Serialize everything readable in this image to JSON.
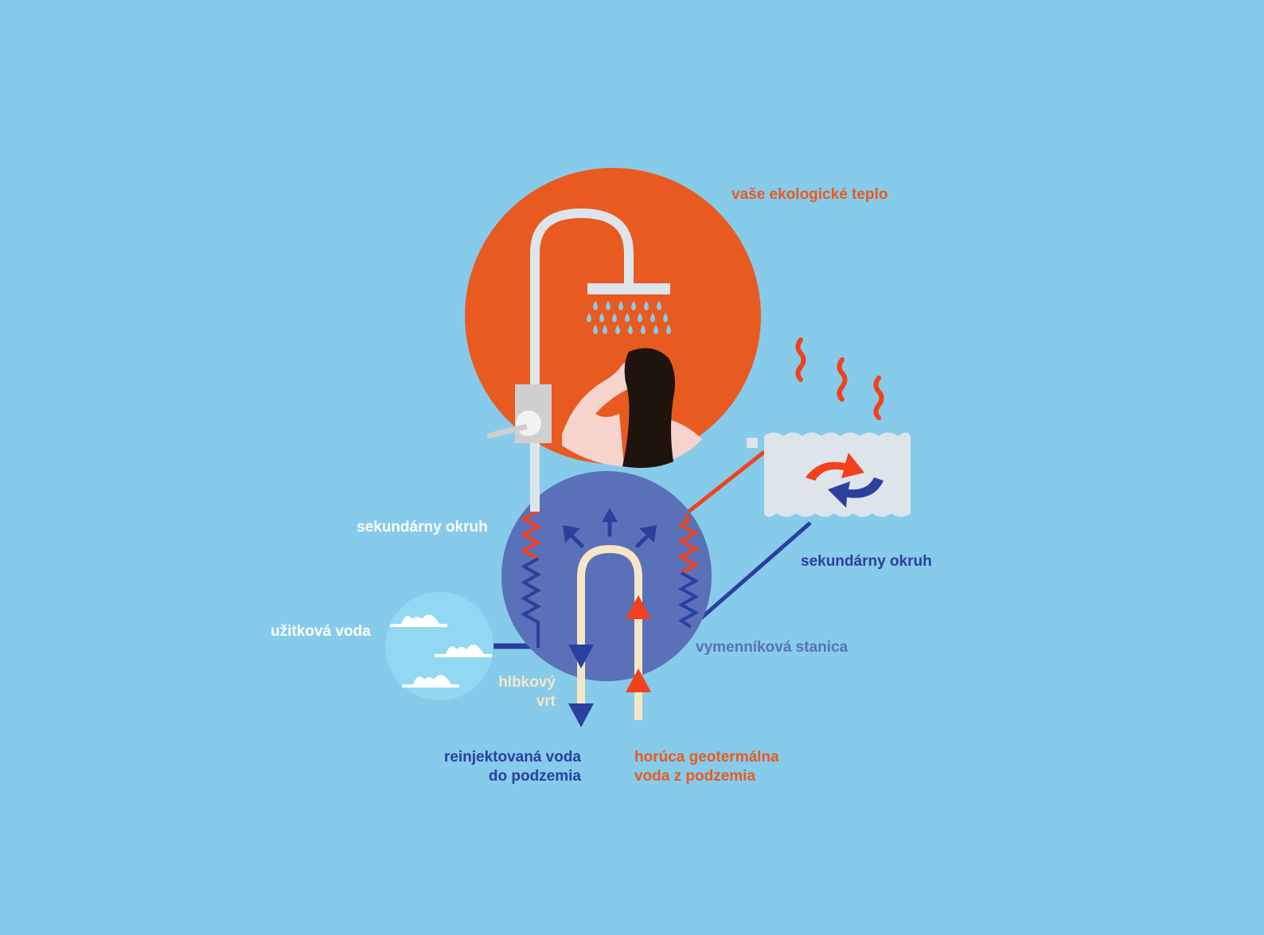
{
  "colors": {
    "background": "#86cbea",
    "hot": "#e85a20",
    "hot_red": "#f2411c",
    "cold": "#2b3f9f",
    "station": "#5a70b8",
    "utility_water": "#93d8f2",
    "well_pipe": "#f5e6c6",
    "white": "#ffffff",
    "light_grey": "#dde5eb",
    "hair": "#1e140c",
    "skin": "#f6d3cc"
  },
  "icons": {
    "shower": "shower-icon",
    "person": "person-showering-icon",
    "radiator": "radiator-icon",
    "recycle": "circular-arrows-icon",
    "heat": "heat-waves-icon",
    "water": "water-waves-icon"
  },
  "labels": {
    "eco_heat": "vaše ekologické teplo",
    "secondary_left": "sekundárny okruh",
    "secondary_right": "sekundárny okruh",
    "utility_water": "užitková voda",
    "exchanger": "vymenníková stanica",
    "well_line1": "hlbkový",
    "well_line2": "vrt",
    "reinjected_line1": "reinjektovaná voda",
    "reinjected_line2": "do podzemia",
    "hot_line1": "horúca geotermálna",
    "hot_line2": "voda z podzemia"
  }
}
